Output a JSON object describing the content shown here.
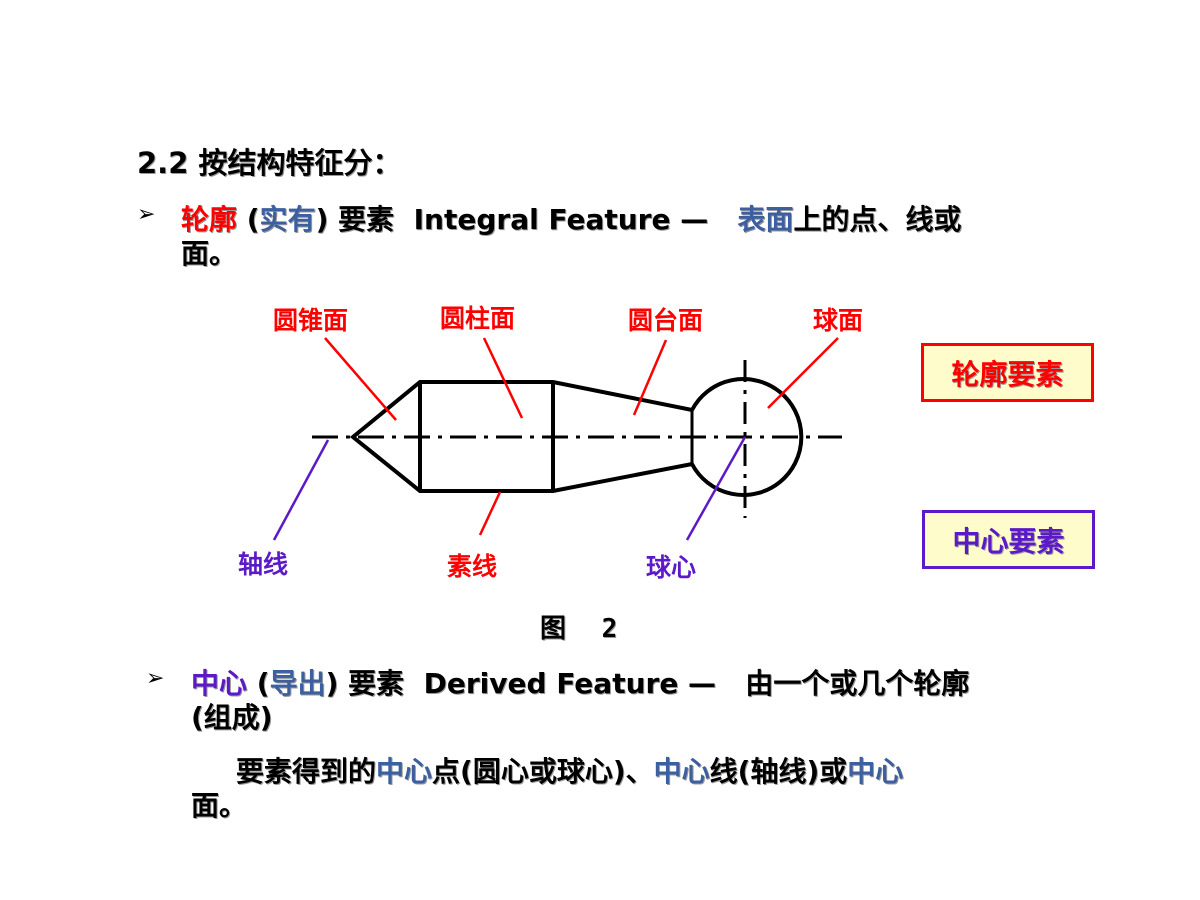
{
  "heading": "2.2  按结构特征分：",
  "integral": {
    "bullet": "➢",
    "term": "轮廓",
    "paren_open": "(",
    "alt": "实有",
    "paren_close": ")",
    "word": "要素",
    "english": "Integral Feature —",
    "surface": "表面",
    "rest": "上的点、线或",
    "cont": "面。"
  },
  "diagram": {
    "labels": {
      "cone": "圆锥面",
      "cylinder": "圆柱面",
      "frustum": "圆台面",
      "sphere": "球面",
      "axis": "轴线",
      "generatrix": "素线",
      "center": "球心"
    },
    "box_integral": "轮廓要素",
    "box_derived": "中心要素",
    "caption": "图 2",
    "colors": {
      "red": "#ff0000",
      "purple": "#5b19c8",
      "box_fill": "#fffccc"
    }
  },
  "derived": {
    "bullet": "➢",
    "term": "中心",
    "paren_open": "(",
    "alt": "导出",
    "paren_close": ")",
    "word": "要素",
    "english": "Derived Feature —",
    "rest": "由一个或几个轮廓",
    "line2": "(组成)",
    "line3_a": "要素得到的",
    "line3_b": "中心",
    "line3_c": "点(圆心或球心)、",
    "line3_d": "中心",
    "line3_e": "线(轴线)或",
    "line3_f": "中心",
    "line4": "面。"
  }
}
